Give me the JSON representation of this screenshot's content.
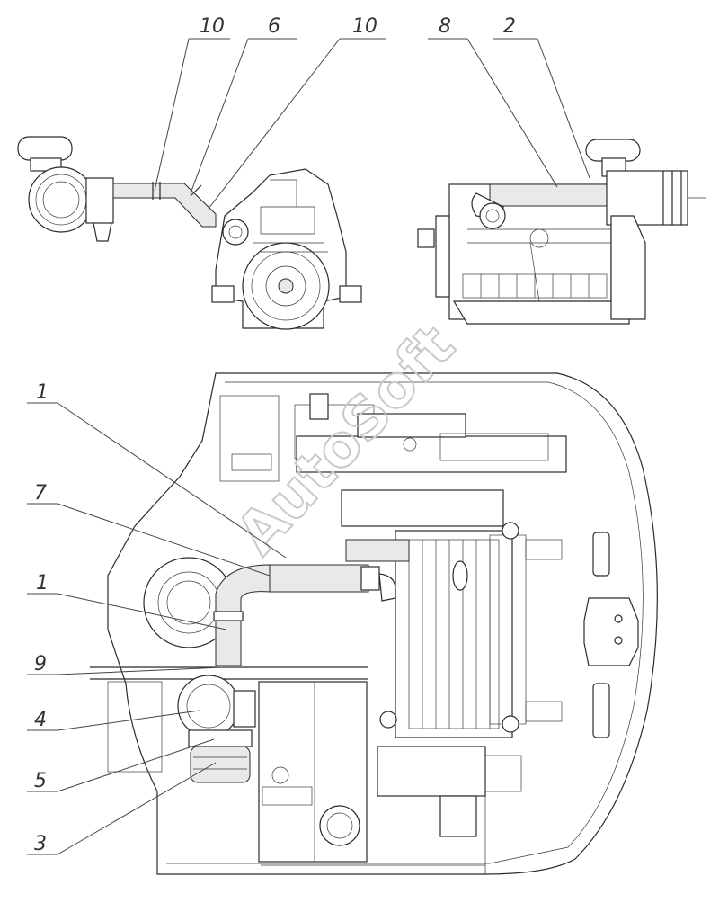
{
  "callouts_top": [
    {
      "id": "c-top-10a",
      "label": "10"
    },
    {
      "id": "c-top-6",
      "label": "6"
    },
    {
      "id": "c-top-10b",
      "label": "10"
    },
    {
      "id": "c-top-8",
      "label": "8"
    },
    {
      "id": "c-top-2",
      "label": "2"
    }
  ],
  "callouts_left": [
    {
      "id": "c-left-1a",
      "label": "1"
    },
    {
      "id": "c-left-7",
      "label": "7"
    },
    {
      "id": "c-left-1b",
      "label": "1"
    },
    {
      "id": "c-left-9",
      "label": "9"
    },
    {
      "id": "c-left-4",
      "label": "4"
    },
    {
      "id": "c-left-5",
      "label": "5"
    },
    {
      "id": "c-left-3",
      "label": "3"
    }
  ],
  "watermark": "AutoSoft",
  "colors": {
    "ink": "#2b2b2b",
    "watermark": "#c9c9c9"
  }
}
